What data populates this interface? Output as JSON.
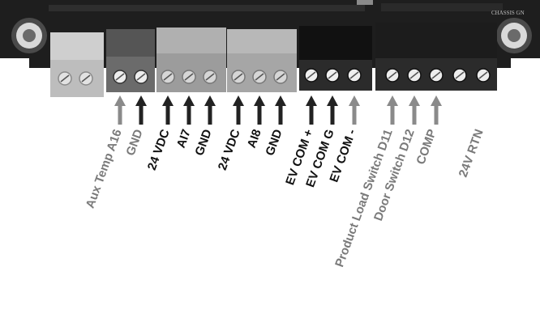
{
  "colors": {
    "board": "#1f1f1f",
    "arrow_dark": "#222222",
    "arrow_gray": "#8a8a8a",
    "label_dark": "#111111",
    "label_gray": "#7a7a7a",
    "block_black": "#2b2b2b",
    "block_gray": "#9c9c9c",
    "block_light": "#bdbdbd",
    "block_dark": "#6b6b6b"
  },
  "board": {
    "silkscreen_right": "CHASSIS GN"
  },
  "pins": [
    {
      "id": "p1",
      "label": "Aux Temp A16",
      "tone": "gray",
      "arrow": false
    },
    {
      "id": "p2",
      "label": "GND",
      "tone": "gray",
      "arrow": true
    },
    {
      "id": "p3",
      "label": "24 VDC",
      "tone": "dark",
      "arrow": true
    },
    {
      "id": "p4",
      "label": "AI7",
      "tone": "dark",
      "arrow": true
    },
    {
      "id": "p5",
      "label": "GND",
      "tone": "dark",
      "arrow": true
    },
    {
      "id": "p6",
      "label": "24 VDC",
      "tone": "dark",
      "arrow": true
    },
    {
      "id": "p7",
      "label": "AI8",
      "tone": "dark",
      "arrow": true
    },
    {
      "id": "p8",
      "label": "GND",
      "tone": "dark",
      "arrow": true
    },
    {
      "id": "p9",
      "label": "EV COM +",
      "tone": "dark",
      "arrow": true
    },
    {
      "id": "p10",
      "label": "EV COM G",
      "tone": "dark",
      "arrow": true
    },
    {
      "id": "p11",
      "label": "EV COM -",
      "tone": "dark",
      "arrow": true
    },
    {
      "id": "p12",
      "label": "Product Load Switch D11",
      "tone": "gray",
      "arrow": true
    },
    {
      "id": "p13",
      "label": "Door Switch D12",
      "tone": "gray",
      "arrow": true
    },
    {
      "id": "p14",
      "label": "COMP",
      "tone": "gray",
      "arrow": true
    },
    {
      "id": "p15",
      "label": "24V  RTN",
      "tone": "gray",
      "arrow": true
    }
  ]
}
